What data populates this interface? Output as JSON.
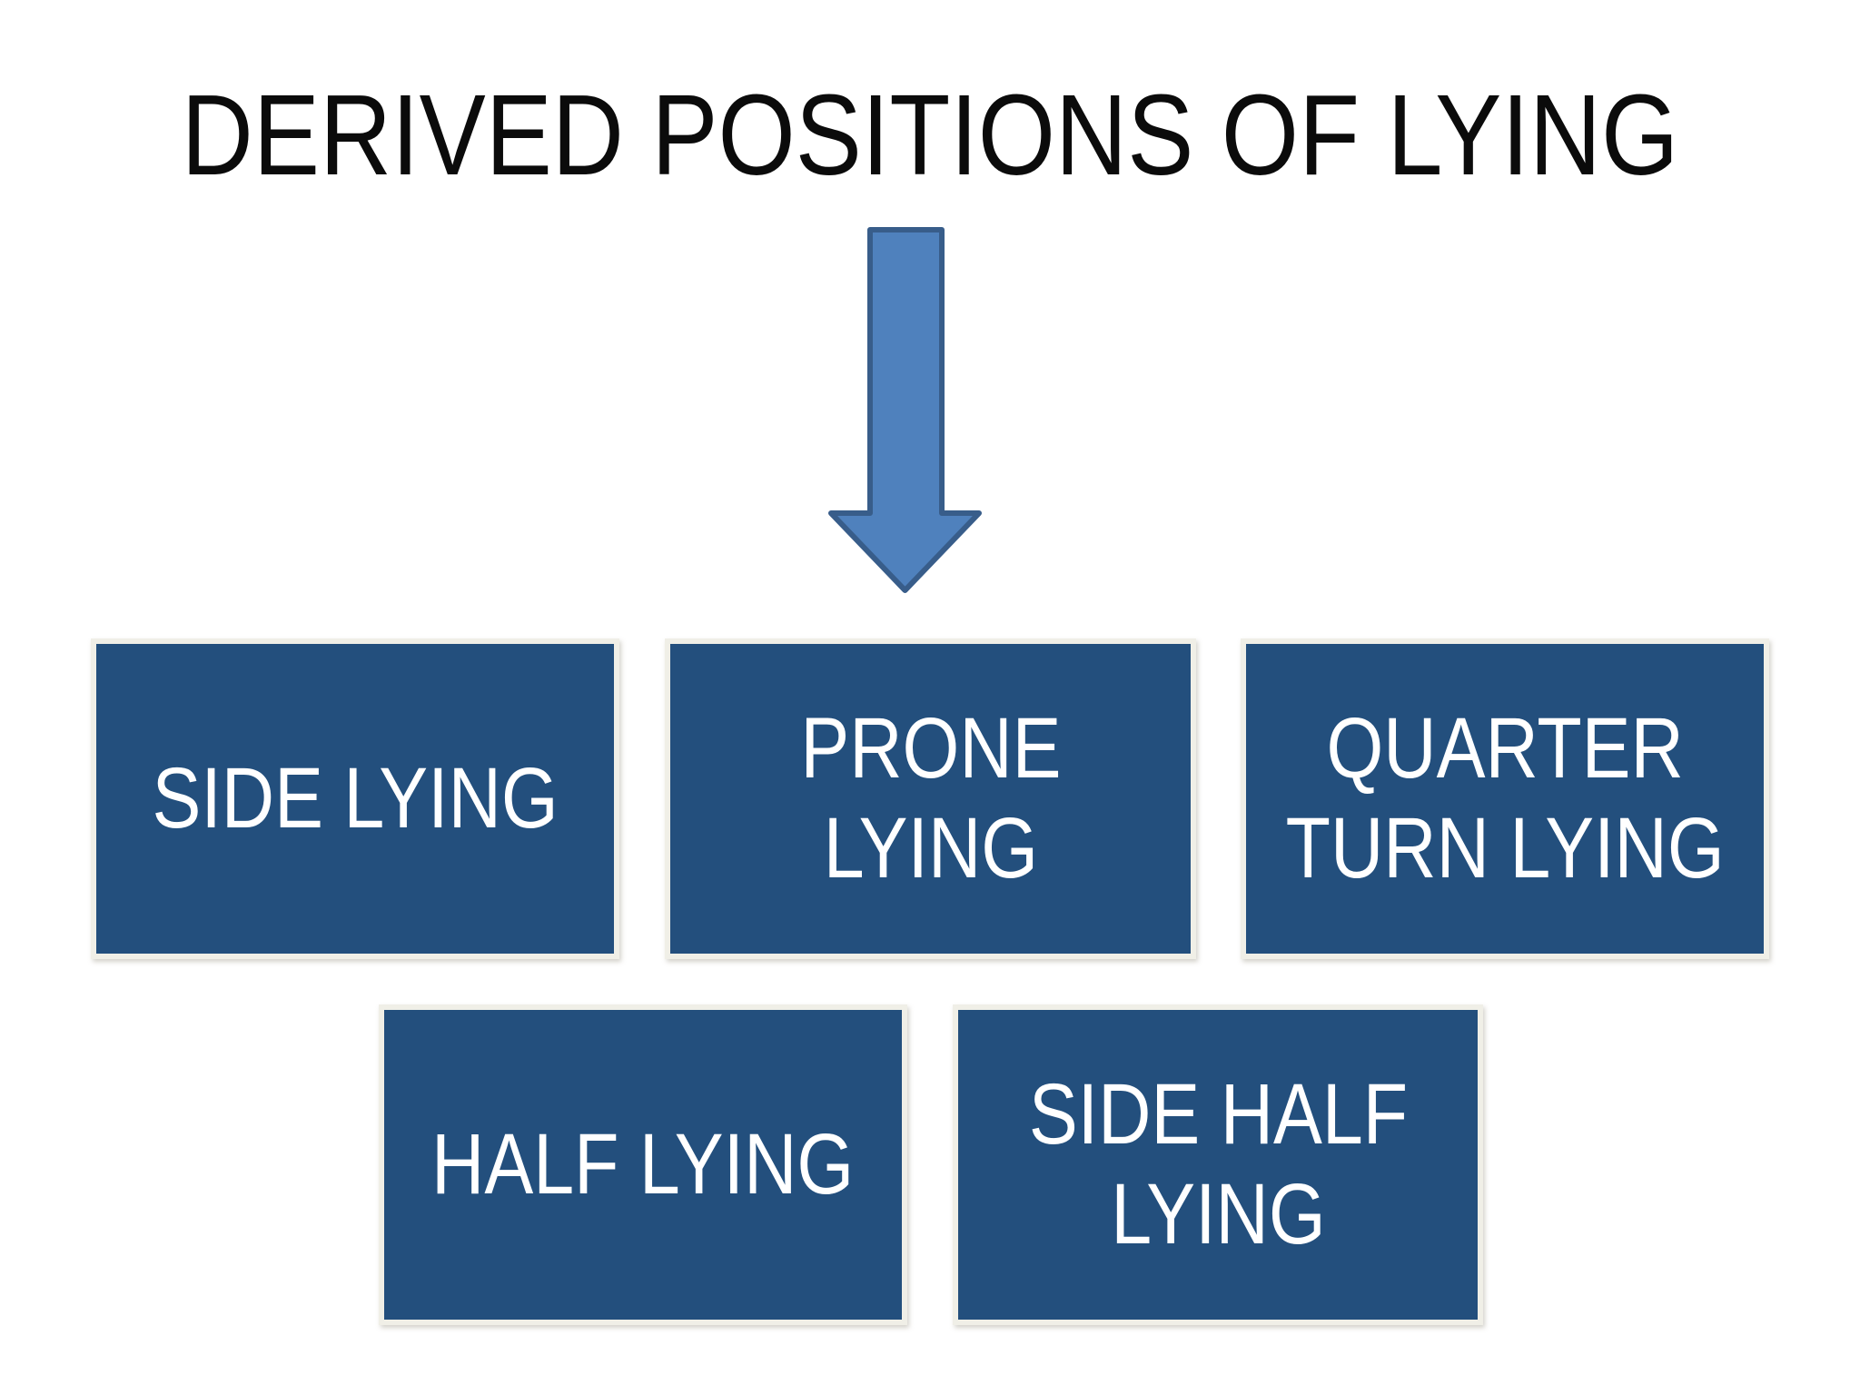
{
  "slide": {
    "title": "DERIVED POSITIONS OF LYING",
    "arrow": {
      "direction": "down"
    },
    "nodes": [
      {
        "id": "side-lying",
        "label": "SIDE LYING"
      },
      {
        "id": "prone-lying",
        "label": "PRONE\nLYING"
      },
      {
        "id": "quarter-turn-lying",
        "label": "QUARTER\nTURN LYING"
      },
      {
        "id": "half-lying",
        "label": "HALF LYING"
      },
      {
        "id": "side-half-lying",
        "label": "SIDE HALF\nLYING"
      }
    ],
    "colors": {
      "background": "#ffffff",
      "title_color": "#0b0b0b",
      "box_fill": "#234f7d",
      "box_frame": "#f0efe7",
      "box_text": "#ffffff",
      "arrow_fill": "#4f81bd",
      "arrow_stroke": "#385d8a"
    }
  }
}
